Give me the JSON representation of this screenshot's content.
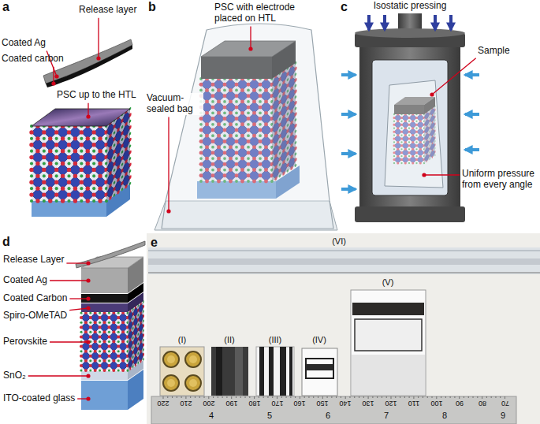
{
  "diagram": {
    "labels": [
      "a",
      "Release layer",
      "Coated Ag",
      "Coated carbon",
      "PSC up to the HTL",
      "b",
      "PSC with electrode placed on HTL",
      "Vacuum-sealed bag",
      "c",
      "Isostatic pressing",
      "Sample",
      "Uniform pressure from every angle",
      "d",
      "Release Layer",
      "Coated Ag",
      "Coated Carbon",
      "Spiro-OMeTAD",
      "Perovskite",
      "SnO₂",
      "ITO-coated glass",
      "e",
      "(VI)",
      "(I)",
      "(II)",
      "(III)",
      "(IV)",
      "(V)",
      "220",
      "210",
      "200",
      "190",
      "180",
      "170",
      "160",
      "150",
      "140",
      "130",
      "120",
      "110",
      "100",
      "90",
      "80",
      "70",
      "4",
      "5",
      "6",
      "7",
      "8",
      "9"
    ]
  }
}
